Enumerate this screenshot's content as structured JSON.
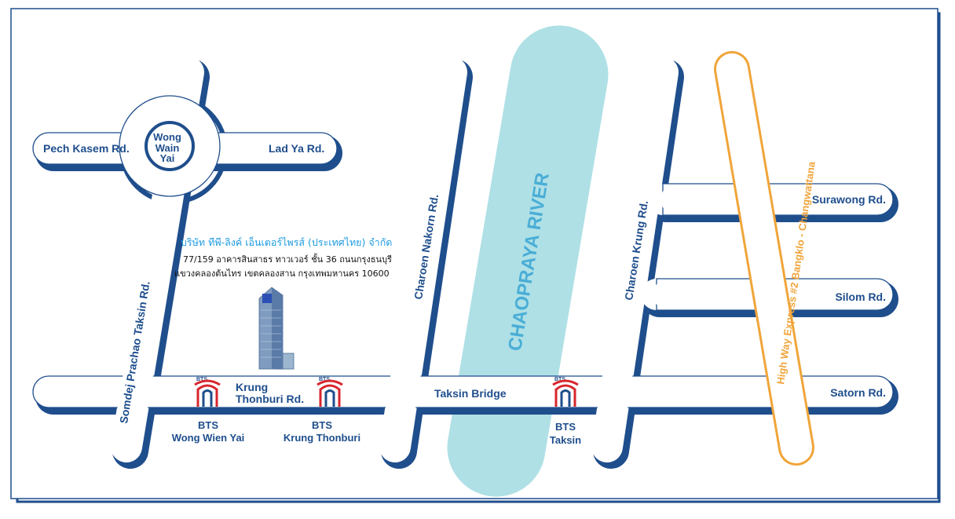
{
  "colors": {
    "road_outline": "#1f4e8c",
    "road_fill": "#ffffff",
    "river": "#afe0e6",
    "river_text": "#4aaed6",
    "highway": "#f0a53a",
    "company_name": "#1e9be0",
    "bts_red": "#d7262e",
    "bts_blue": "#1f4e8c"
  },
  "roads": {
    "pech_kasem": "Pech Kasem Rd.",
    "lad_ya": "Lad Ya Rd.",
    "roundabout_line1": "Wong",
    "roundabout_line2": "Wain",
    "roundabout_line3": "Yai",
    "somdej": "Somdej Prachao Taksin Rd.",
    "charoen_nakorn": "Charoen Nakorn Rd.",
    "charoen_krung": "Charoen Krung Rd.",
    "surawong": "Surawong Rd.",
    "silom": "Silom Rd.",
    "sathorn": "Satorn Rd.",
    "krung_thonburi_line1": "Krung",
    "krung_thonburi_line2": "Thonburi Rd.",
    "taksin_bridge": "Taksin Bridge",
    "highway": "High Way Express #2 Bangklo - Changwattana"
  },
  "river": {
    "label": "CHAOPRAYA RIVER"
  },
  "company": {
    "name": "บริษัท ทีพี-ลิงค์ เอ็นเตอร์ไพรส์ (ประเทศไทย) จำกัด",
    "address_line1": "77/159 อาคารสินสาธร ทาวเวอร์ ชั้น 36 ถนนกรุงธนบุรี",
    "address_line2": "แขวงคลองต้นไทร เขตคลองสาน กรุงเทพมหานคร 10600"
  },
  "bts": {
    "logo_text": "BTS",
    "stations": [
      {
        "line1": "BTS",
        "line2": "Wong Wien Yai"
      },
      {
        "line1": "BTS",
        "line2": "Krung Thonburi"
      },
      {
        "line1": "BTS",
        "line2": "Taksin"
      }
    ]
  }
}
